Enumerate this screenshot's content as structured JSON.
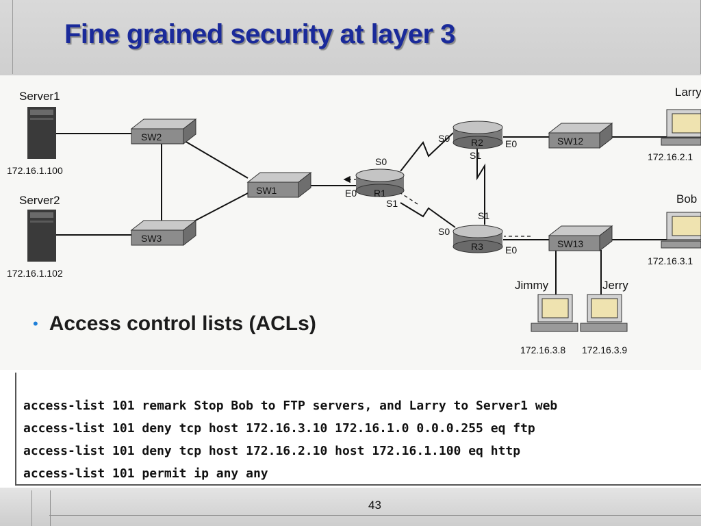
{
  "slide": {
    "title": "Fine grained security at layer 3",
    "bullet": "Access control lists (ACLs)",
    "page_number": "43"
  },
  "diagram": {
    "servers": [
      {
        "name": "Server1",
        "ip": "172.16.1.100"
      },
      {
        "name": "Server2",
        "ip": "172.16.1.102"
      }
    ],
    "switches": [
      "SW2",
      "SW3",
      "SW1",
      "SW12",
      "SW13"
    ],
    "routers": [
      "R1",
      "R2",
      "R3"
    ],
    "interfaces": {
      "r1_s0": "S0",
      "r1_e0": "E0",
      "r1_s1": "S1",
      "r2_s0": "S0",
      "r2_e0": "E0",
      "r2_s1": "S1",
      "r3_s0": "S0",
      "r3_e0": "E0",
      "r3_s1": "S1"
    },
    "hosts": [
      {
        "name": "Larry",
        "ip": "172.16.2.1"
      },
      {
        "name": "Bob",
        "ip": "172.16.3.1"
      },
      {
        "name": "Jimmy",
        "ip": "172.16.3.8"
      },
      {
        "name": "Jerry",
        "ip": "172.16.3.9"
      }
    ]
  },
  "acl_lines": [
    "access-list 101 remark Stop Bob to FTP servers, and Larry to Server1 web",
    "access-list 101 deny tcp host 172.16.3.10 172.16.1.0 0.0.0.255 eq ftp",
    "access-list 101 deny tcp host 172.16.2.10 host 172.16.1.100 eq http",
    "access-list 101 permit ip any any"
  ],
  "colors": {
    "title": "#1a2a9a",
    "bullet_dot": "#1e7fd8",
    "header_band": "#d4d4d4"
  }
}
